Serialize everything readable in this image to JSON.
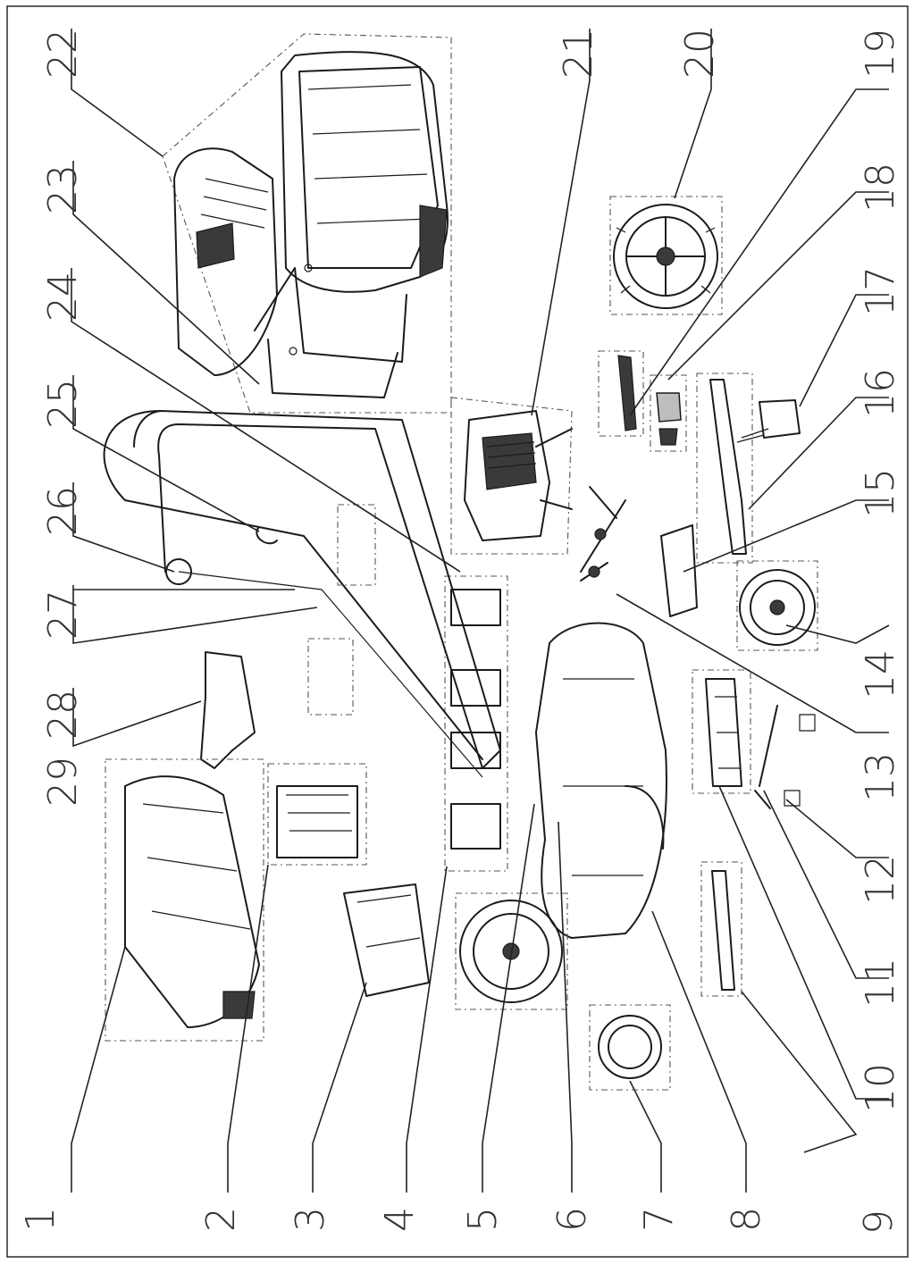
{
  "title": "",
  "callouts": {
    "n1": "1",
    "n2": "2",
    "n3": "3",
    "n4": "4",
    "n5": "5",
    "n6": "6",
    "n7": "7",
    "n8": "8",
    "n9": "9",
    "n10": "10",
    "n11": "11",
    "n12": "12",
    "n13": "13",
    "n14": "14",
    "n15": "15",
    "n16": "16",
    "n17": "17",
    "n18": "18",
    "n19": "19",
    "n20": "20",
    "n21": "21",
    "n22": "22",
    "n23": "23",
    "n24": "24",
    "n25": "25",
    "n26": "26",
    "n27": "27",
    "n28": "28",
    "n29": "29"
  }
}
